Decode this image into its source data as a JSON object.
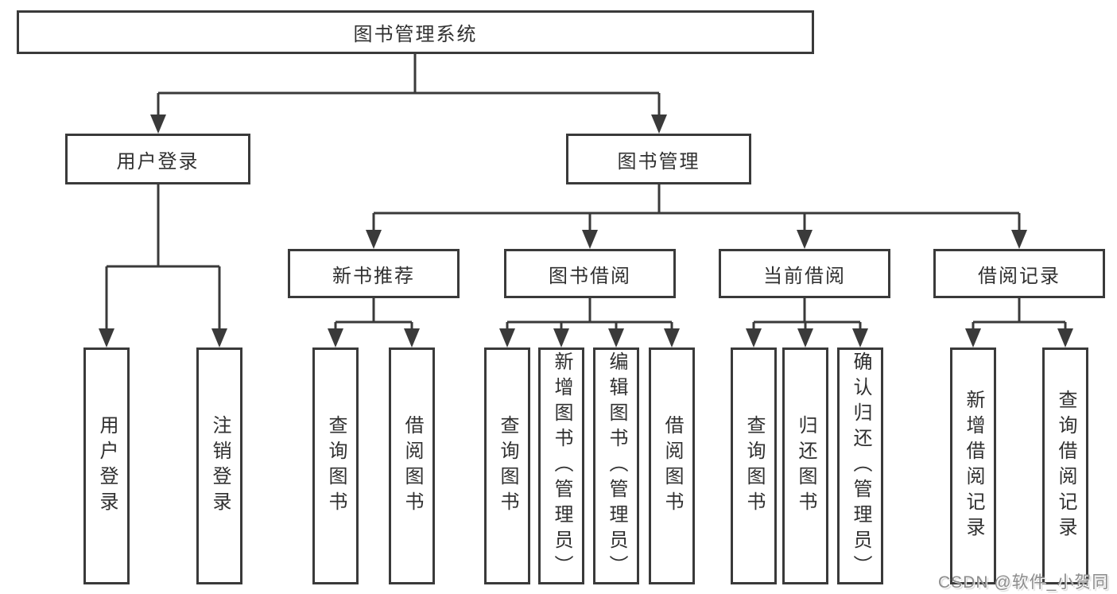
{
  "tree": {
    "label": "图书管理系统",
    "children": [
      {
        "label": "用户登录",
        "children": [
          {
            "label": "用户登录"
          },
          {
            "label": "注销登录"
          }
        ]
      },
      {
        "label": "图书管理",
        "children": [
          {
            "label": "新书推荐",
            "children": [
              {
                "label": "查询图书"
              },
              {
                "label": "借阅图书"
              }
            ]
          },
          {
            "label": "图书借阅",
            "children": [
              {
                "label": "查询图书"
              },
              {
                "label": "新增图书（管理员）"
              },
              {
                "label": "编辑图书（管理员）"
              },
              {
                "label": "借阅图书"
              }
            ]
          },
          {
            "label": "当前借阅",
            "children": [
              {
                "label": "查询图书"
              },
              {
                "label": "归还图书"
              },
              {
                "label": "确认归还（管理员）"
              }
            ]
          },
          {
            "label": "借阅记录",
            "children": [
              {
                "label": "新增借阅记录"
              },
              {
                "label": "查询借阅记录"
              }
            ]
          }
        ]
      }
    ]
  },
  "watermark": {
    "text": "CSDN @软件_小贺同学"
  },
  "colors": {
    "line": "#3a3a3a",
    "text": "#303030",
    "watermark": "#8c8c8c",
    "background": "#ffffff"
  }
}
